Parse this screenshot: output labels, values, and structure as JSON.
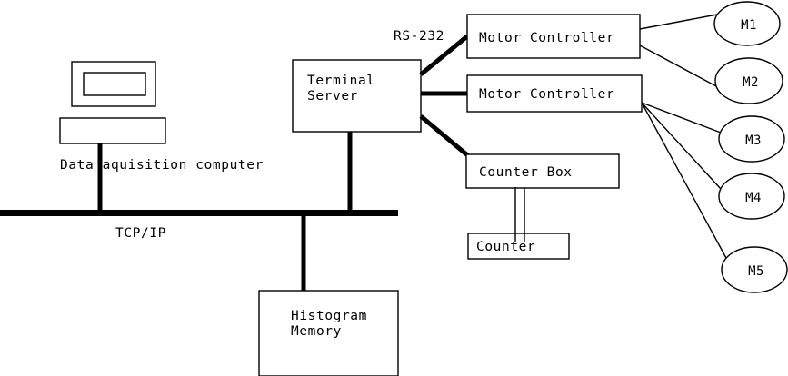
{
  "diagram": {
    "title": "Data acquisition system block diagram",
    "background_color": "#ffffff",
    "line_color": "#000000",
    "nodes": {
      "monitor": {
        "label": "",
        "shape": "monitor-screen"
      },
      "computer_base": {
        "label": "",
        "shape": "rectangle"
      },
      "daq_caption": {
        "label": "Data aquisition computer"
      },
      "terminal_server": {
        "line1": "Terminal",
        "line2": "Server"
      },
      "motor_controller_1": {
        "label": "Motor Controller"
      },
      "motor_controller_2": {
        "label": "Motor Controller"
      },
      "counter_box": {
        "label": "Counter Box"
      },
      "counter": {
        "label": "Counter"
      },
      "histogram_memory": {
        "line1": "Histogram",
        "line2": "Memory"
      },
      "motors": [
        {
          "label": "M1"
        },
        {
          "label": "M2"
        },
        {
          "label": "M3"
        },
        {
          "label": "M4"
        },
        {
          "label": "M5"
        }
      ]
    },
    "edges": {
      "rs232_label": "RS-232",
      "bus_label": "TCP/IP"
    }
  }
}
